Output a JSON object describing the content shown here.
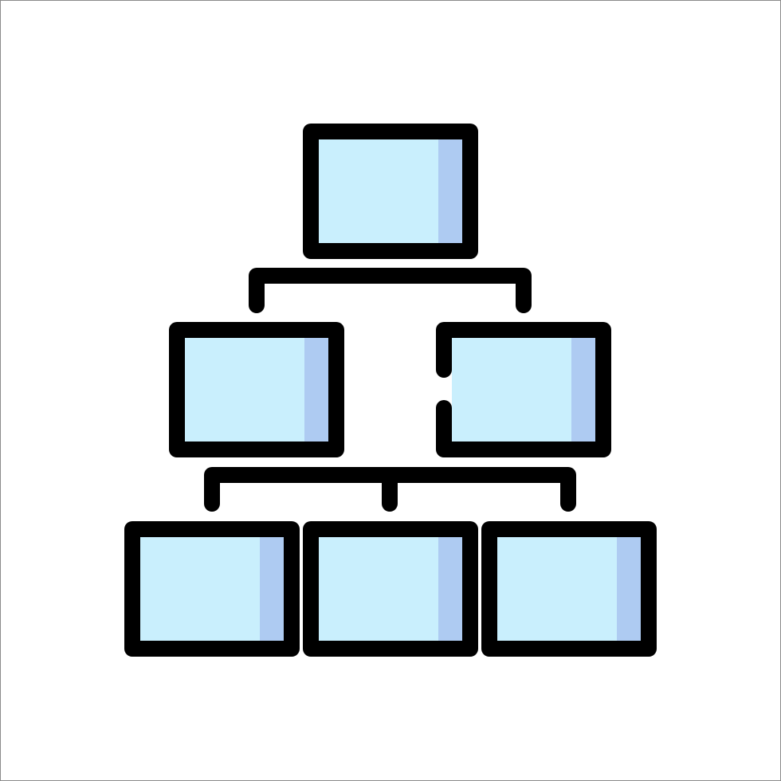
{
  "icon": {
    "name": "org-chart-icon",
    "description_tag": "hierarchy-icon"
  },
  "colors": {
    "background": "#ffffff",
    "frame_border": "#8a8a8a",
    "stroke": "#000000",
    "box_fill": "#c9effd",
    "box_shade": "#aecbf2"
  },
  "nodes": [
    {
      "id": "top",
      "level": 1
    },
    {
      "id": "middle-left",
      "level": 2
    },
    {
      "id": "middle-right",
      "level": 2
    },
    {
      "id": "bottom-left",
      "level": 3
    },
    {
      "id": "bottom-center",
      "level": 3
    },
    {
      "id": "bottom-right",
      "level": 3
    }
  ],
  "edges": [
    {
      "from": "top",
      "to": "middle-left"
    },
    {
      "from": "top",
      "to": "middle-right"
    },
    {
      "from": "middle-left",
      "to": "bottom-left"
    },
    {
      "from": "middle-left",
      "to": "bottom-center"
    },
    {
      "from": "middle-left",
      "to": "bottom-right"
    }
  ]
}
